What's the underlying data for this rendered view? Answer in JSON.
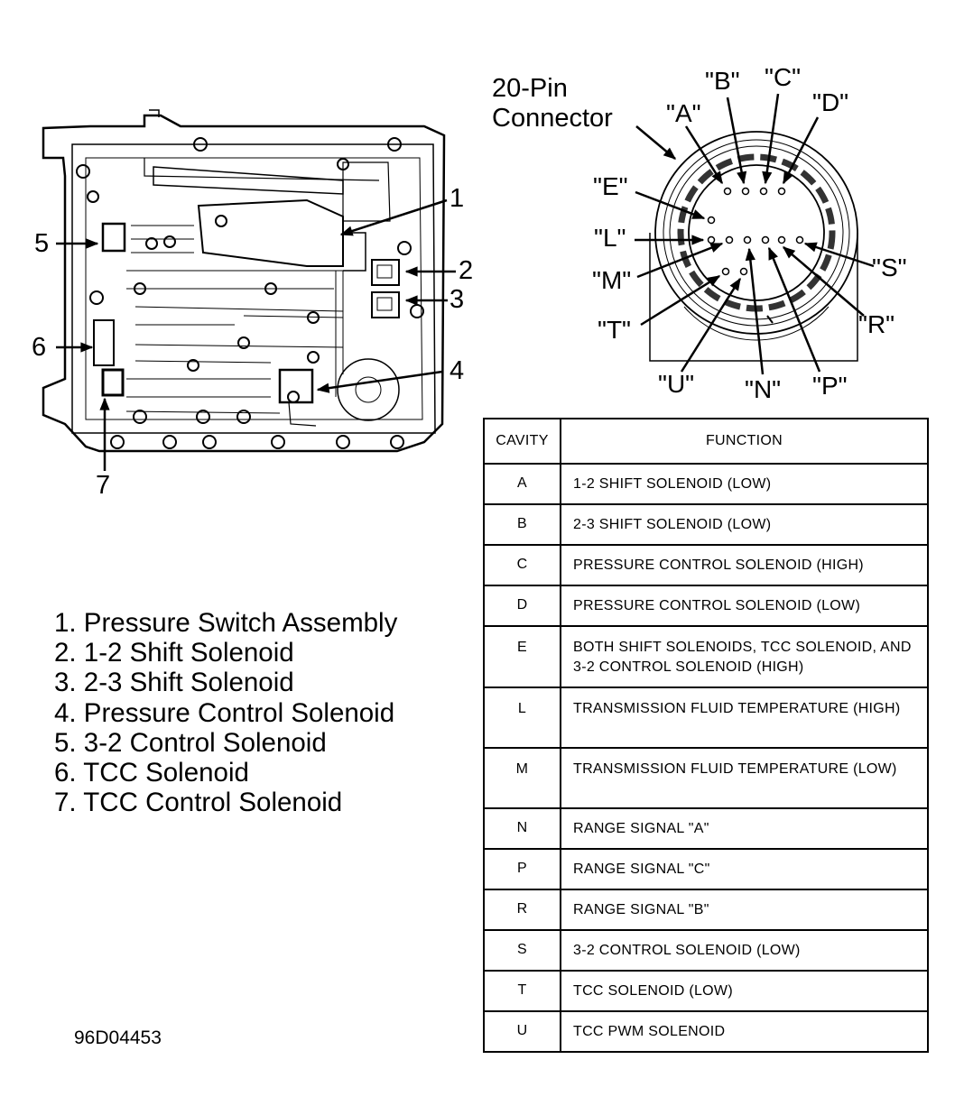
{
  "callouts": [
    "1",
    "2",
    "3",
    "4",
    "5",
    "6",
    "7"
  ],
  "connector": {
    "title_line1": "20-Pin",
    "title_line2": "Connector",
    "pins": {
      "A": "\"A\"",
      "B": "\"B\"",
      "C": "\"C\"",
      "D": "\"D\"",
      "E": "\"E\"",
      "L": "\"L\"",
      "M": "\"M\"",
      "T": "\"T\"",
      "U": "\"U\"",
      "N": "\"N\"",
      "P": "\"P\"",
      "R": "\"R\"",
      "S": "\"S\""
    }
  },
  "legend": [
    "1. Pressure Switch Assembly",
    "2. 1-2 Shift Solenoid",
    "3. 2-3 Shift Solenoid",
    "4. Pressure Control Solenoid",
    "5. 3-2 Control Solenoid",
    "6. TCC Solenoid",
    "7. TCC Control Solenoid"
  ],
  "table": {
    "headers": {
      "cavity": "CAVITY",
      "function": "FUNCTION"
    },
    "rows": [
      {
        "cavity": "A",
        "function": "1-2 SHIFT SOLENOID (LOW)"
      },
      {
        "cavity": "B",
        "function": "2-3 SHIFT SOLENOID (LOW)"
      },
      {
        "cavity": "C",
        "function": "PRESSURE CONTROL SOLENOID (HIGH)"
      },
      {
        "cavity": "D",
        "function": "PRESSURE CONTROL SOLENOID (LOW)"
      },
      {
        "cavity": "E",
        "function": "BOTH SHIFT SOLENOIDS, TCC SOLENOID, AND 3-2 CONTROL SOLENOID (HIGH)"
      },
      {
        "cavity": "L",
        "function": "TRANSMISSION FLUID TEMPERATURE (HIGH)"
      },
      {
        "cavity": "M",
        "function": "TRANSMISSION FLUID TEMPERATURE (LOW)"
      },
      {
        "cavity": "N",
        "function": "RANGE SIGNAL \"A\""
      },
      {
        "cavity": "P",
        "function": "RANGE SIGNAL \"C\""
      },
      {
        "cavity": "R",
        "function": "RANGE SIGNAL \"B\""
      },
      {
        "cavity": "S",
        "function": "3-2 CONTROL SOLENOID (LOW)"
      },
      {
        "cavity": "T",
        "function": "TCC SOLENOID (LOW)"
      },
      {
        "cavity": "U",
        "function": "TCC PWM SOLENOID"
      }
    ]
  },
  "figure_id": "96D04453"
}
